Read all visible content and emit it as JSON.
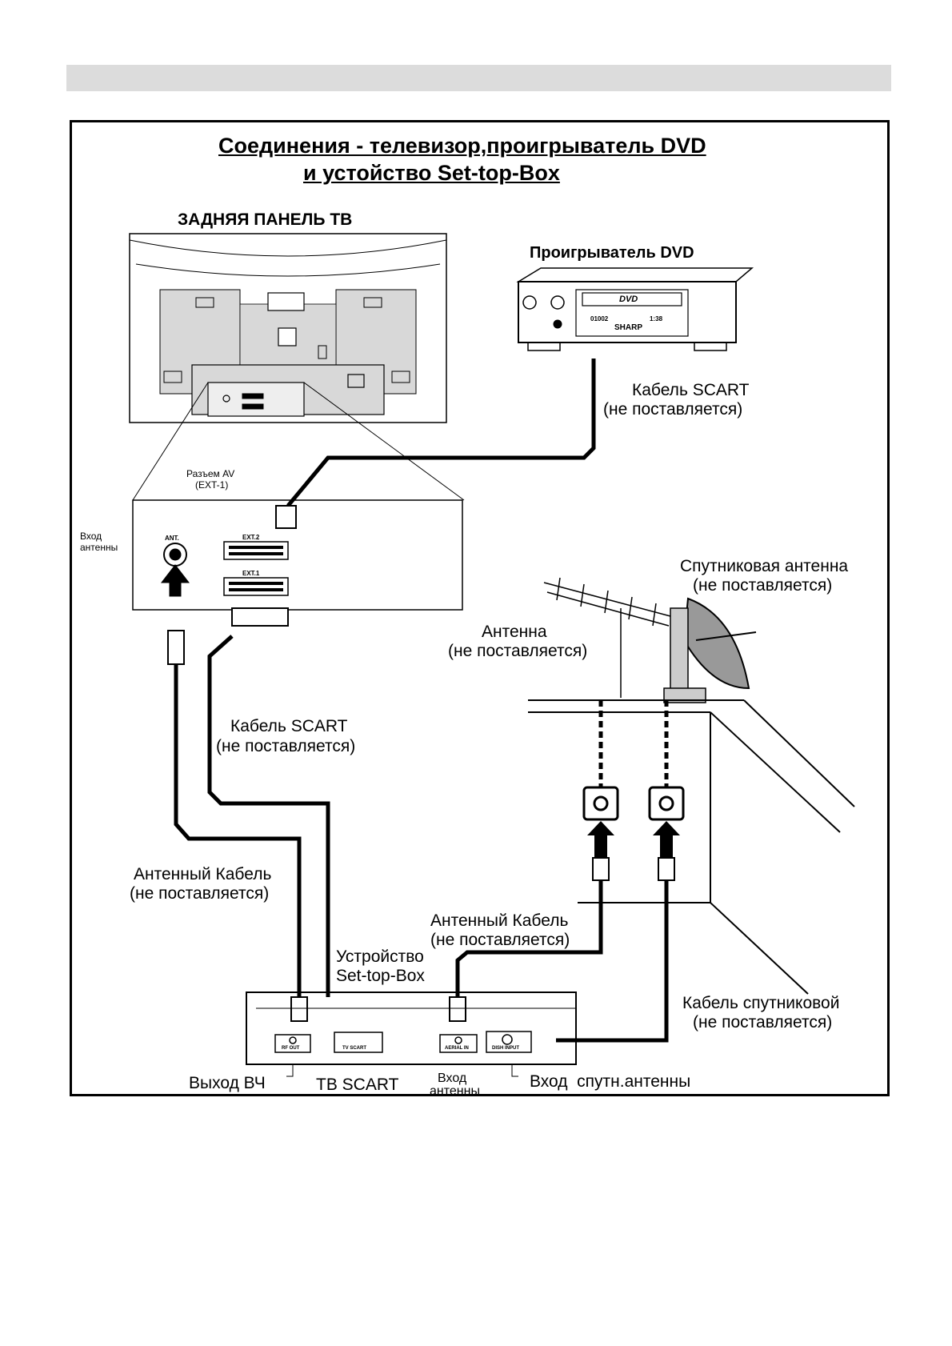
{
  "title": {
    "line1": "Соединения - телевизор,проигрыватель DVD",
    "line2": "и устойство Set-top-Box"
  },
  "tv": {
    "rear_panel_label": "ЗАДНЯЯ ПАНЕЛЬ ТВ",
    "av_socket_label": "Разъем AV",
    "av_socket_sub": "(EXT-1)",
    "antenna_input_label": "Вход",
    "antenna_input_label_2": "антенны",
    "ant_port": "ANT.",
    "ext2_port": "EXT.2",
    "ext1_port": "EXT.1"
  },
  "dvd": {
    "label": "Проигрыватель DVD",
    "brand": "SHARP",
    "logo": "DVD",
    "display": "01002",
    "display_2": "1:38"
  },
  "cables": {
    "scart_top": "Кабель SCART",
    "scart_top_note": "(не поставляется)",
    "scart_left": "Кабель SCART",
    "scart_left_note": "(не поставляется)",
    "antenna_left": "Антенный Кабель",
    "antenna_left_note": "(не поставляется)",
    "antenna_right": "Антенный Кабель",
    "antenna_right_note": "(не поставляется)",
    "satellite": "Кабель спутниковой",
    "satellite_note": "(не поставляется)"
  },
  "antennas": {
    "satellite": "Спутниковая антенна",
    "satellite_note": "(не поставляется)",
    "terrestrial": "Антенна",
    "terrestrial_note": "(не поставляется)"
  },
  "stb": {
    "label": "Устройство",
    "label_2": "Set-top-Box",
    "rf_out_port": "RF OUT",
    "tv_scart_port": "TV SCART",
    "aerial_in_port": "AERIAL IN",
    "dish_input_port": "DISH INPUT",
    "rf_out_label": "Выход ВЧ",
    "tv_scart_label": "ТВ SCART",
    "aerial_in_label": "Вход",
    "aerial_in_label_2": "антенны",
    "dish_label": "Вход  спутн.антенны"
  }
}
